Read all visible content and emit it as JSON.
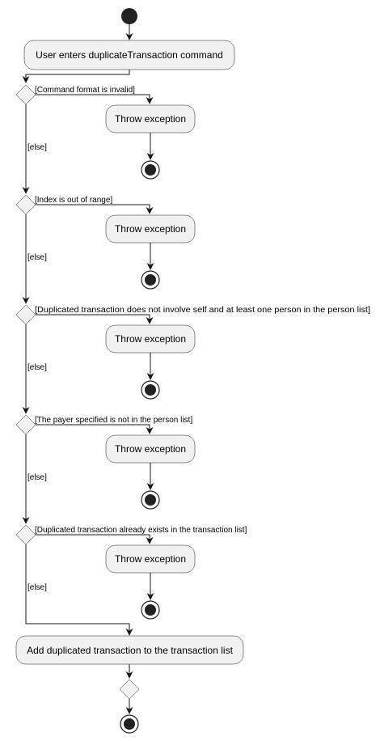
{
  "diagram": {
    "start_action": "User enters duplicateTransaction command",
    "checks": [
      {
        "guard": "[Command format is invalid]",
        "action": "Throw exception",
        "else_label": "[else]"
      },
      {
        "guard": "[Index is out of range]",
        "action": "Throw exception",
        "else_label": "[else]"
      },
      {
        "guard": "[Duplicated transaction does not involve self and at least one person in the person list]",
        "action": "Throw exception",
        "else_label": "[else]"
      },
      {
        "guard": "[The payer specified is not in the person list]",
        "action": "Throw exception",
        "else_label": "[else]"
      },
      {
        "guard": "[Duplicated transaction already exists in the transaction list]",
        "action": "Throw exception",
        "else_label": "[else]"
      }
    ],
    "final_action": "Add duplicated transaction to the transaction list"
  }
}
